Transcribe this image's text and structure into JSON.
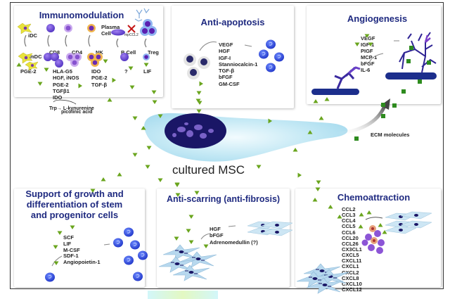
{
  "center": {
    "label": "cultured MSC",
    "ecm_label": "ECM molecules"
  },
  "colors": {
    "title": "#1f2a80",
    "factor_marker": "#6aa51e",
    "ecm_marker": "#2e8b1f",
    "vessel": "#1c2e8c",
    "msc_cytoplasm": "#bfe6f3",
    "msc_nucleus": "#1a1666"
  },
  "panels": {
    "immunomodulation": {
      "title": "Immunomodulation",
      "cells": {
        "idc": "iDC",
        "mdc": "mDC",
        "cd8": "CD8",
        "cd4": "CD4",
        "nk": "NK",
        "plasma_cell": "Plasma\nCell",
        "mpccl2": "mpCCL2",
        "b_cell": "B Cell",
        "treg": "Treg"
      },
      "factors": {
        "dc": [
          "PGE-2"
        ],
        "t_cells": [
          "HLA-G5",
          "HGF, iNOS",
          "PGE-2",
          "TGFβ1",
          "IDO"
        ],
        "nk": [
          "IDO",
          "PGE-2",
          "TGF-β"
        ],
        "b_cell": [
          "?"
        ],
        "treg": [
          "LIF"
        ]
      },
      "pathway": {
        "line1": "Trp→ L-kynurenine",
        "line2": "picolinic acid"
      }
    },
    "anti_apoptosis": {
      "title": "Anti-apoptosis",
      "factors": [
        "VEGF",
        "HGF",
        "IGF-I",
        "Stanniocalcin-1",
        "TGF-β",
        "bFGF",
        "GM-CSF"
      ]
    },
    "angiogenesis": {
      "title": "Angiogenesis",
      "factors": [
        "VEGF",
        "IGF-1",
        "PIGF",
        "MCP-1",
        "bFGF",
        "IL-6"
      ]
    },
    "support": {
      "title_lines": [
        "Support of growth and",
        "differentiation of stem",
        "and progenitor cells"
      ],
      "factors": [
        "SCF",
        "LIF",
        "M-CSF",
        "SDF-1",
        "Angiopoietin-1"
      ]
    },
    "anti_scarring": {
      "title": "Anti-scarring (anti-fibrosis)",
      "factors": [
        "HGF",
        "bFGF",
        "Adrenomedullin (?)"
      ]
    },
    "chemoattraction": {
      "title": "Chemoattraction",
      "factors": [
        "CCL2",
        "CCL3",
        "CCL4",
        "CCL5",
        "CCL6",
        "CCL20",
        "CCL26",
        "CX3CL1",
        "CXCL5",
        "CXCL11",
        "CXCL1",
        "CXCL2",
        "CXCL8",
        "CXCL10",
        "CXCL12"
      ]
    }
  }
}
